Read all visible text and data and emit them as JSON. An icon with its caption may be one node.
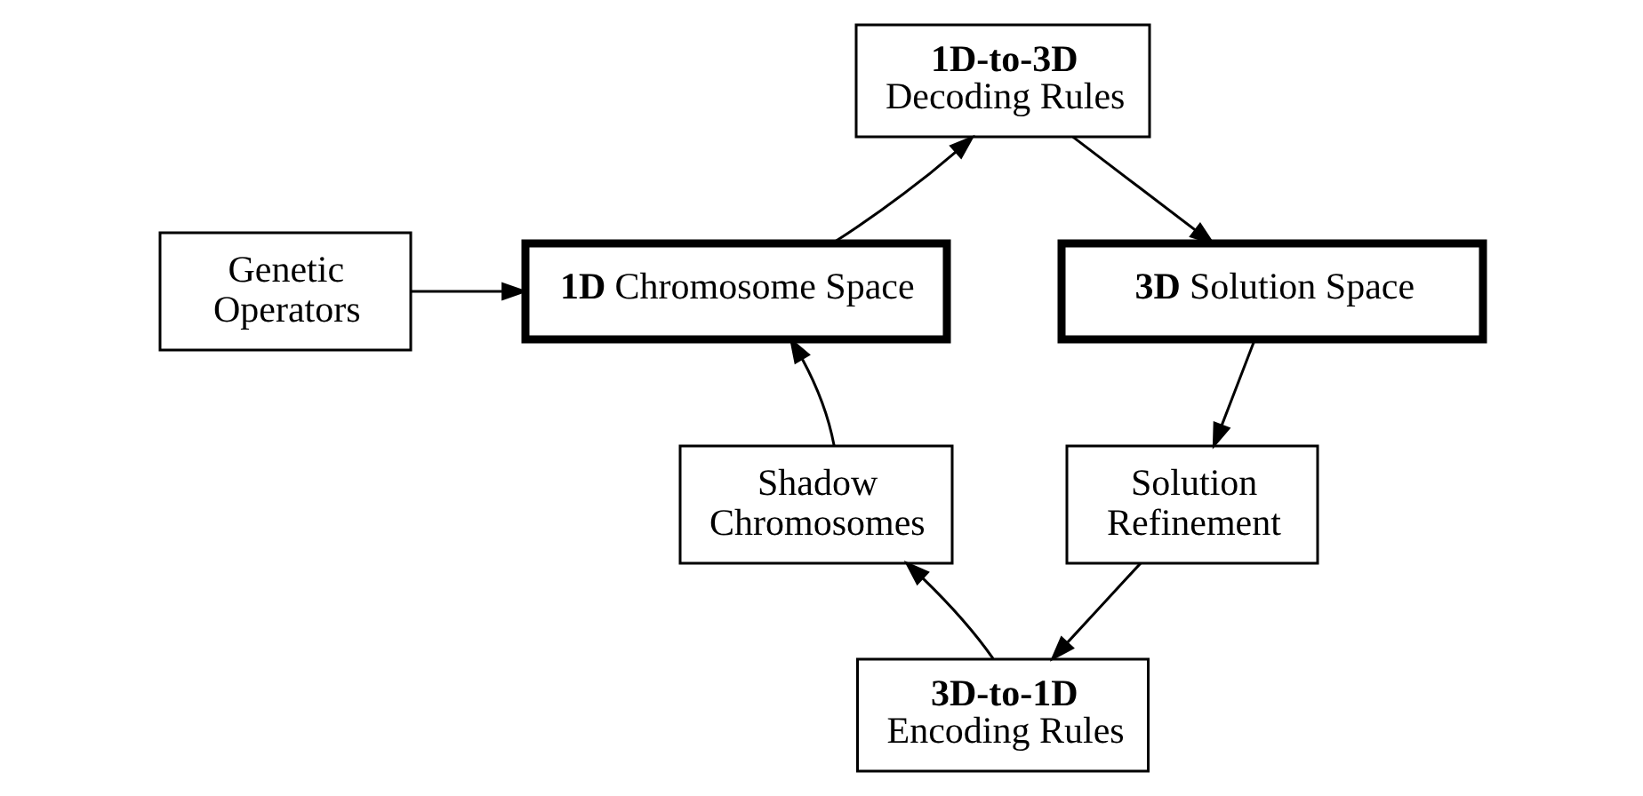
{
  "diagram": {
    "nodes": [
      {
        "text": [
          "Genetic Operators"
        ]
      },
      {
        "text": [
          "**1D** Chromosome Space"
        ]
      },
      {
        "text": [
          "1D-to-3D",
          "Decoding Rules"
        ]
      },
      {
        "text": [
          "**3D** Solution Space"
        ]
      },
      {
        "text": [
          "Solution Refinement"
        ]
      },
      {
        "text": [
          "3D-to-1D",
          "Encoding Rules"
        ]
      },
      {
        "text": [
          "Shadow Chromosomes"
        ]
      }
    ],
    "edges": [
      {
        "from": 0,
        "to": 1,
        "arrow": "to"
      },
      {
        "from": 1,
        "to": 2,
        "arrow": "to"
      },
      {
        "from": 2,
        "to": 3,
        "arrow": "to"
      },
      {
        "from": 3,
        "to": 4,
        "arrow": "to"
      },
      {
        "from": 4,
        "to": 5,
        "arrow": "to"
      },
      {
        "from": 5,
        "to": 6,
        "arrow": "to"
      },
      {
        "from": 6,
        "to": 1,
        "arrow": "to"
      }
    ]
  }
}
